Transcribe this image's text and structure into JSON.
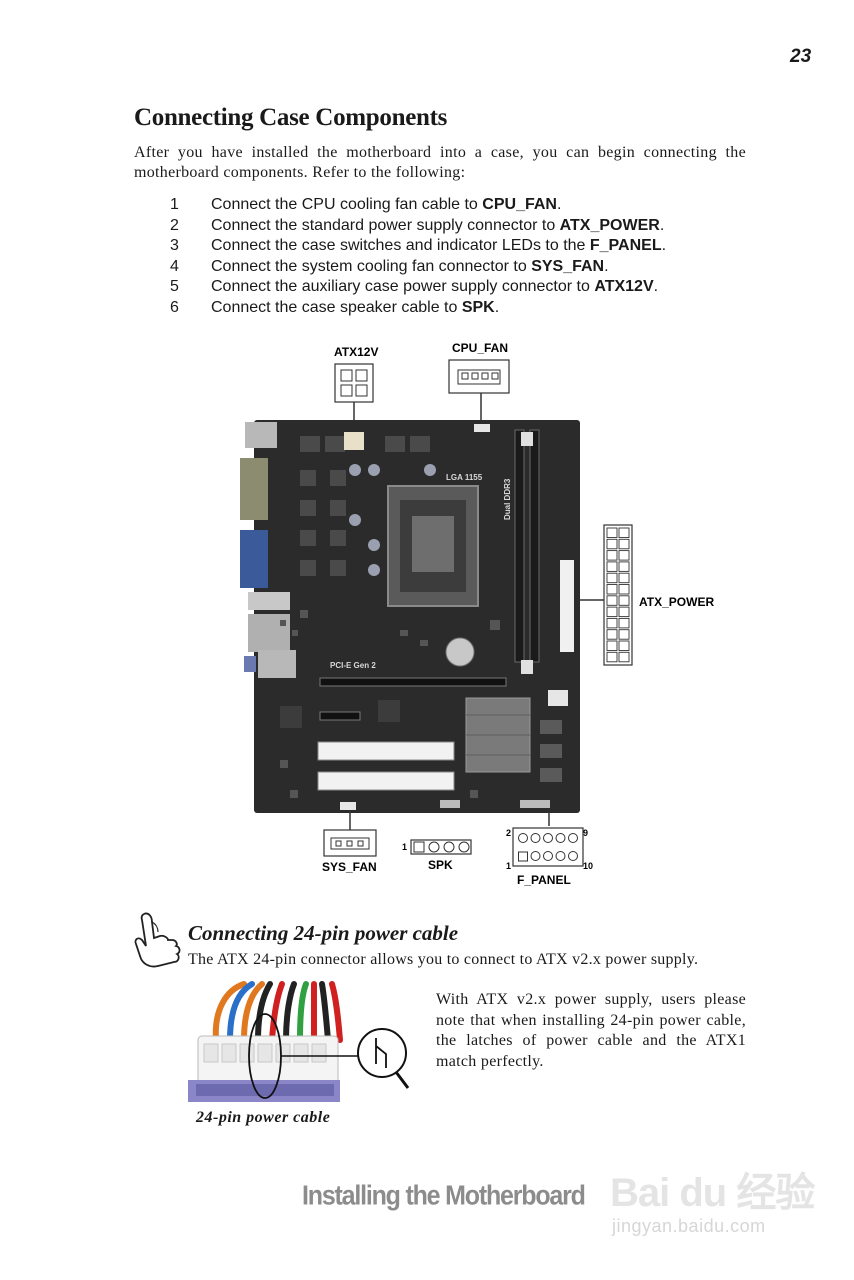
{
  "page_number": "23",
  "section": {
    "title": "Connecting Case Components",
    "intro": "After you have installed the motherboard into a case, you can begin connecting the motherboard components. Refer to the following:"
  },
  "steps": [
    {
      "num": "1",
      "pre": "Connect the CPU cooling fan cable to ",
      "bold": "CPU_FAN",
      "post": "."
    },
    {
      "num": "2",
      "pre": "Connect the standard power supply connector to ",
      "bold": "ATX_POWER",
      "post": "."
    },
    {
      "num": "3",
      "pre": "Connect the case switches and indicator LEDs to the ",
      "bold": "F_PANEL",
      "post": "."
    },
    {
      "num": "4",
      "pre": "Connect the system cooling fan connector to ",
      "bold": "SYS_FAN",
      "post": "."
    },
    {
      "num": "5",
      "pre": "Connect the auxiliary case power supply connector to ",
      "bold": "ATX12V",
      "post": "."
    },
    {
      "num": "6",
      "pre": "Connect the case speaker cable to ",
      "bold": "SPK",
      "post": "."
    }
  ],
  "diagram": {
    "atx12v": "ATX12V",
    "cpu_fan": "CPU_FAN",
    "atx_power": "ATX_POWER",
    "sys_fan": "SYS_FAN",
    "spk": "SPK",
    "f_panel": "F_PANEL",
    "spk_pin": "1",
    "fp_pin_2": "2",
    "fp_pin_9": "9",
    "fp_pin_1": "1",
    "fp_pin_10": "10",
    "board_text_lga": "LGA 1155",
    "board_text_ddr": "Dual DDR3",
    "board_text_pcie": "PCI-E Gen 2"
  },
  "note": {
    "title": "Connecting 24-pin power cable",
    "text": "The ATX 24-pin connector allows you to connect to ATX v2.x power supply.",
    "detail": "With ATX v2.x power supply, users please note that when installing 24-pin power cable, the latches of power cable and the ATX1 match perfectly.",
    "caption": "24-pin power cable",
    "icon": "pointing-hand-icon"
  },
  "footer": "Installing the Motherboard",
  "watermark": {
    "brand": "Bai du 经验",
    "url": "jingyan.baidu.com"
  },
  "colors": {
    "board": "#2b2b2b",
    "text": "#1a1a1a",
    "footer": "#8c8c8c"
  }
}
